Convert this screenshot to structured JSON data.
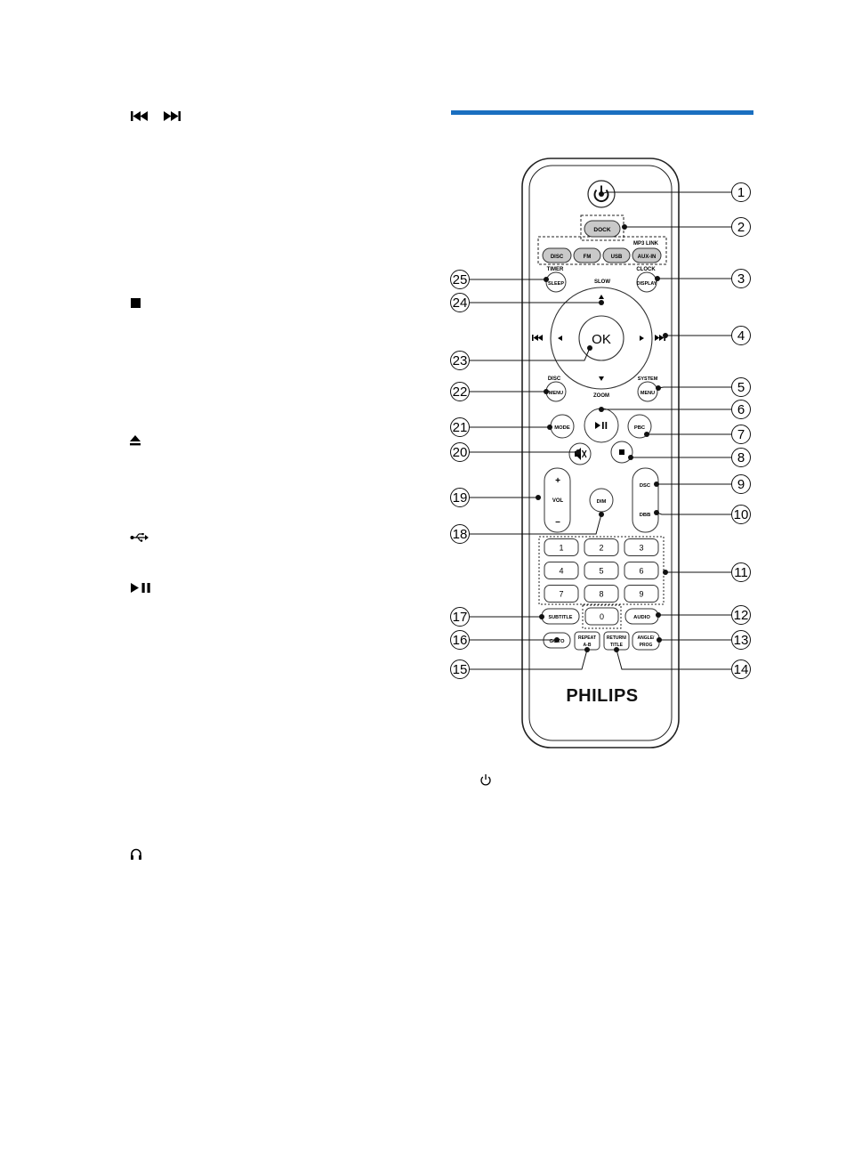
{
  "left_symbols": {
    "prev_next": "prev-next-icons",
    "stop": "stop-icon",
    "eject": "eject-icon",
    "usb": "usb-icon",
    "play_pause": "play-pause-icon",
    "headphones": "headphones-icon"
  },
  "accent_color": "#1a6fc0",
  "remote": {
    "dock": "DOCK",
    "mp3_link": "MP3 LINK",
    "sources": [
      "DISC",
      "FM",
      "USB",
      "AUX-IN"
    ],
    "timer": "TIMER",
    "sleep": "SLEEP",
    "slow": "SLOW",
    "clock": "CLOCK",
    "display": "DISPLAY",
    "ok": "OK",
    "zoom": "ZOOM",
    "disc_label": "DISC",
    "disc_menu": "MENU",
    "system_label": "SYSTEM",
    "system_menu": "MENU",
    "mode": "MODE",
    "pbc": "PBC",
    "vol_plus": "+",
    "vol": "VOL",
    "vol_minus": "–",
    "dim": "DIM",
    "dsc": "DSC",
    "dbb": "DBB",
    "digits": [
      "1",
      "2",
      "3",
      "4",
      "5",
      "6",
      "7",
      "8",
      "9"
    ],
    "zero": "0",
    "subtitle": "SUBTITLE",
    "audio": "AUDIO",
    "goto": "GOTO",
    "repeat_1": "REPEAT",
    "repeat_2": "A-B",
    "return_1": "RETURN/",
    "return_2": "TITLE",
    "angle_1": "ANGLE/",
    "angle_2": "PROG",
    "brand": "PHILIPS"
  },
  "callouts": [
    "1",
    "2",
    "3",
    "4",
    "5",
    "6",
    "7",
    "8",
    "9",
    "10",
    "11",
    "12",
    "13",
    "14",
    "15",
    "16",
    "17",
    "18",
    "19",
    "20",
    "21",
    "22",
    "23",
    "24",
    "25"
  ],
  "caption_symbol": "power-icon"
}
